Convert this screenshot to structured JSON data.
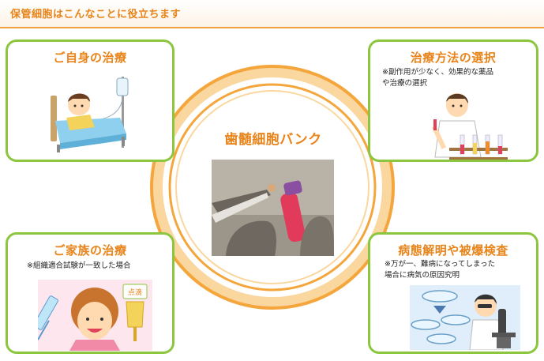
{
  "header": {
    "title": "保管細胞はこんなことに役立ちます"
  },
  "center": {
    "title": "歯髄細胞バンク"
  },
  "cards": {
    "self": {
      "title": "ご自身の治療"
    },
    "treatment": {
      "title": "治療方法の選択",
      "note_line1": "※副作用が少なく、効果的な薬品",
      "note_line2": "や治療の選択"
    },
    "family": {
      "title": "ご家族の治療",
      "note": "※組織適合試験が一致した場合"
    },
    "disease": {
      "title": "病態解明や被爆検査",
      "note_line1": "※万が一、難病になってしまった",
      "note_line2": "場合に病気の原因究明"
    }
  },
  "illustration": {
    "iv_label": "点滴"
  },
  "colors": {
    "accent_orange": "#e8841a",
    "card_border_green": "#8cc63e",
    "ring_orange": "#f4a63c"
  },
  "icons": [
    "patient-in-bed-icon",
    "scientist-test-tubes-icon",
    "mother-iv-drip-icon",
    "microscope-researcher-icon"
  ]
}
